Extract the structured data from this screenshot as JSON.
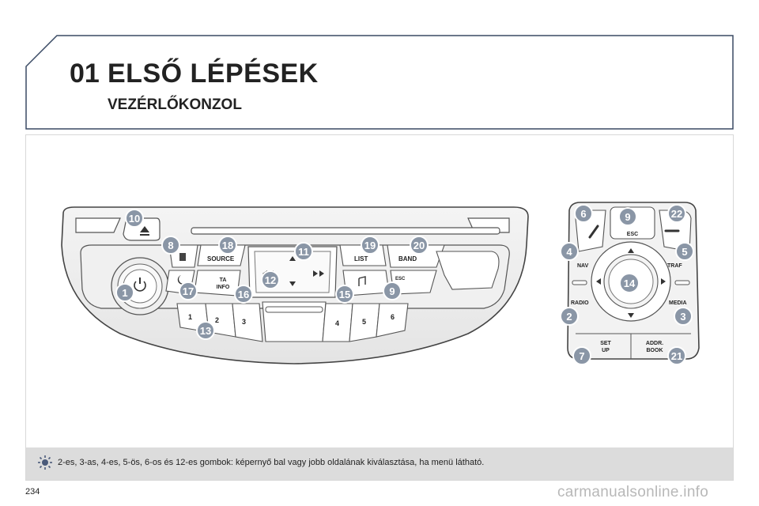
{
  "header": {
    "chapter_number": "01",
    "chapter_title": "ELSŐ LÉPÉSEK",
    "section_title": "VEZÉRLŐKONZOL"
  },
  "console": {
    "button_labels": {
      "source": "SOURCE",
      "ta_info_1": "TA",
      "ta_info_2": "INFO",
      "list": "LIST",
      "band": "BAND",
      "esc": "ESC",
      "preset_1": "1",
      "preset_2": "2",
      "preset_3": "3",
      "preset_4": "4",
      "preset_5": "5",
      "preset_6": "6"
    },
    "markers": {
      "m10": "10",
      "m8": "8",
      "m18": "18",
      "m11": "11",
      "m19": "19",
      "m20": "20",
      "m12": "12",
      "m1": "1",
      "m17": "17",
      "m16": "16",
      "m15": "15",
      "m9": "9",
      "m13": "13"
    }
  },
  "remote": {
    "button_labels": {
      "esc": "ESC",
      "nav": "NAV",
      "traf": "TRAF",
      "radio": "RADIO",
      "media": "MEDIA",
      "setup_1": "SET",
      "setup_2": "UP",
      "addr_1": "ADDR.",
      "addr_2": "BOOK"
    },
    "markers": {
      "m6": "6",
      "m9": "9",
      "m22": "22",
      "m4": "4",
      "m5": "5",
      "m14": "14",
      "m2": "2",
      "m3": "3",
      "m7": "7",
      "m21": "21"
    }
  },
  "note": {
    "text": "2-es, 3-as, 4-es, 5-ös, 6-os és 12-es gombok: képernyő bal vagy jobb oldalának kiválasztása, ha menü látható."
  },
  "footer": {
    "page_number": "234",
    "watermark": "carmanualsonline.info"
  },
  "colors": {
    "marker_fill": "#8a96a6",
    "header_border": "#3a4a64",
    "note_bar": "#dcdcdc"
  }
}
